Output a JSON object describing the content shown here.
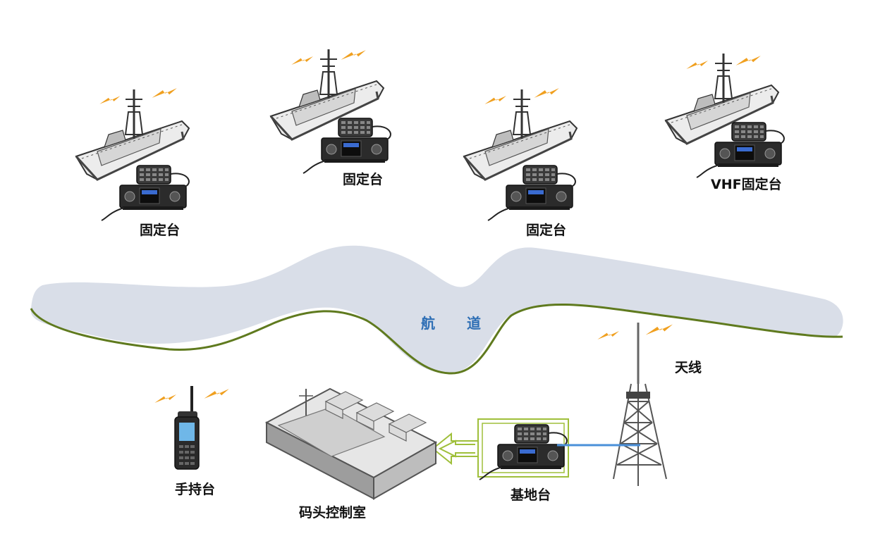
{
  "ships": [
    {
      "label": "固定台"
    },
    {
      "label": "固定台"
    },
    {
      "label": "固定台"
    },
    {
      "label": "VHF固定台"
    }
  ],
  "channel": {
    "char1": "航",
    "char2": "道"
  },
  "antenna": {
    "label": "天线"
  },
  "handheld": {
    "label": "手持台"
  },
  "control_room": {
    "label": "码头控制室"
  },
  "base_station": {
    "label": "基地台"
  },
  "colors": {
    "channel_fill": "#d9dee8",
    "channel_shore": "#5f7a1e",
    "lightning": "#f0a020",
    "link_line": "#4a90d9",
    "frame": "#9fbf3a",
    "label_text": "#111111",
    "channel_text": "#2f6fb5"
  }
}
